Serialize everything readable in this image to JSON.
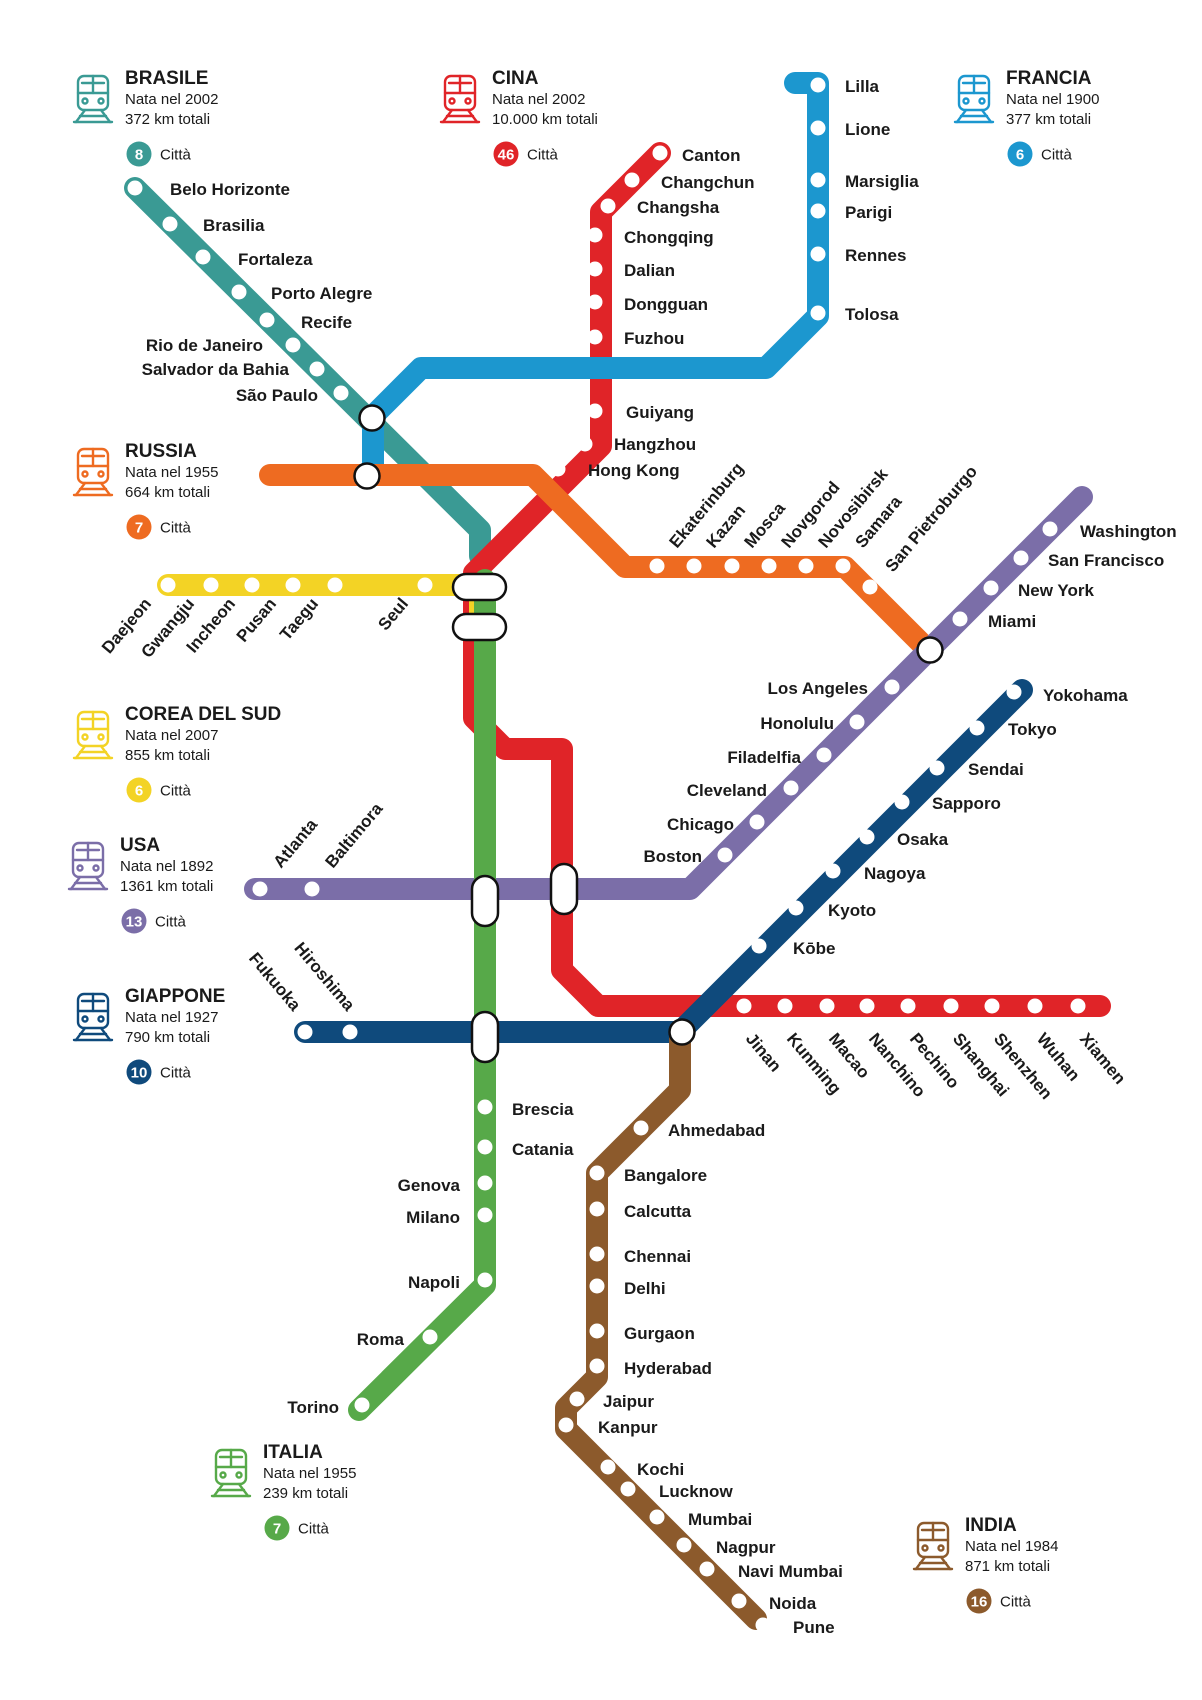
{
  "lines": [
    {
      "id": "brasile",
      "color": "#3a9a94",
      "country": "BRASILE",
      "founded": "Nata nel 2002",
      "length": "372 km totali",
      "count": "8",
      "count_label": "Città",
      "stations": [
        "Belo Horizonte",
        "Brasilia",
        "Fortaleza",
        "Porto Alegre",
        "Recife",
        "Rio de Janeiro",
        "Salvador da Bahia",
        "São Paulo"
      ]
    },
    {
      "id": "cina",
      "color": "#e02428",
      "country": "CINA",
      "founded": "Nata nel 2002",
      "length": "10.000 km totali",
      "count": "46",
      "count_label": "Città",
      "stations": [
        "Canton",
        "Changchun",
        "Changsha",
        "Chongqing",
        "Dalian",
        "Dongguan",
        "Fuzhou",
        "Guiyang",
        "Hangzhou",
        "Hong Kong",
        "Jinan",
        "Kunming",
        "Macao",
        "Nanchino",
        "Pechino",
        "Shanghai",
        "Shenzhen",
        "Wuhan",
        "Xiamen"
      ]
    },
    {
      "id": "francia",
      "color": "#1c97cf",
      "country": "FRANCIA",
      "founded": "Nata nel 1900",
      "length": "377 km totali",
      "count": "6",
      "count_label": "Città",
      "stations": [
        "Lilla",
        "Lione",
        "Marsiglia",
        "Parigi",
        "Rennes",
        "Tolosa"
      ]
    },
    {
      "id": "russia",
      "color": "#ee6b21",
      "country": "RUSSIA",
      "founded": "Nata nel 1955",
      "length": "664 km totali",
      "count": "7",
      "count_label": "Città",
      "stations": [
        "Ekaterinburg",
        "Kazan",
        "Mosca",
        "Novgorod",
        "Novosibirsk",
        "Samara",
        "San Pietroburgo"
      ]
    },
    {
      "id": "corea",
      "color": "#f3d325",
      "country": "COREA DEL SUD",
      "founded": "Nata nel 2007",
      "length": "855 km totali",
      "count": "6",
      "count_label": "Città",
      "stations": [
        "Daejeon",
        "Gwangju",
        "Incheon",
        "Pusan",
        "Taegu",
        "Seul"
      ]
    },
    {
      "id": "usa",
      "color": "#7b6ea8",
      "country": "USA",
      "founded": "Nata nel 1892",
      "length": "1361 km totali",
      "count": "13",
      "count_label": "Città",
      "stations": [
        "Washington",
        "San Francisco",
        "New York",
        "Miami",
        "Los Angeles",
        "Honolulu",
        "Filadelfia",
        "Cleveland",
        "Chicago",
        "Boston",
        "Atlanta",
        "Baltimora"
      ]
    },
    {
      "id": "giappone",
      "color": "#0f4a7c",
      "country": "GIAPPONE",
      "founded": "Nata nel 1927",
      "length": "790 km totali",
      "count": "10",
      "count_label": "Città",
      "stations": [
        "Yokohama",
        "Tokyo",
        "Sendai",
        "Sapporo",
        "Osaka",
        "Nagoya",
        "Kyoto",
        "Kōbe",
        "Fukuoka",
        "Hiroshima"
      ]
    },
    {
      "id": "italia",
      "color": "#57a949",
      "country": "ITALIA",
      "founded": "Nata nel 1955",
      "length": "239 km totali",
      "count": "7",
      "count_label": "Città",
      "stations": [
        "Brescia",
        "Catania",
        "Genova",
        "Milano",
        "Napoli",
        "Roma",
        "Torino"
      ]
    },
    {
      "id": "india",
      "color": "#8c5a2c",
      "country": "INDIA",
      "founded": "Nata nel 1984",
      "length": "871 km totali",
      "count": "16",
      "count_label": "Città",
      "stations": [
        "Ahmedabad",
        "Bangalore",
        "Calcutta",
        "Chennai",
        "Delhi",
        "Gurgaon",
        "Hyderabad",
        "Jaipur",
        "Kanpur",
        "Kochi",
        "Lucknow",
        "Mumbai",
        "Nagpur",
        "Navi Mumbai",
        "Noida",
        "Pune"
      ]
    }
  ]
}
